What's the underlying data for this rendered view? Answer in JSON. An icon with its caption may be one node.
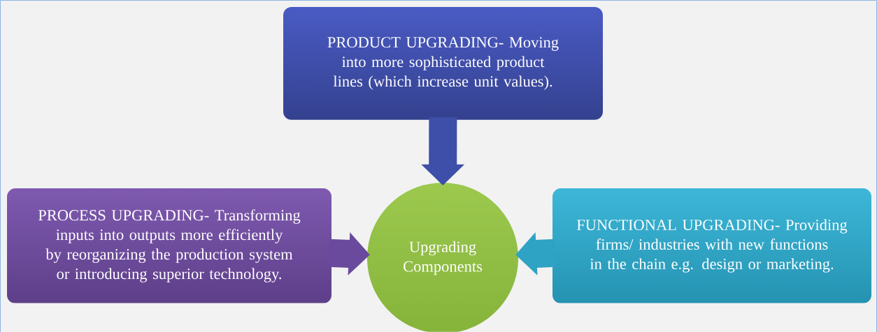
{
  "diagram": {
    "nodes": [
      {
        "text": [
          "PRODUCT UPGRADING- Moving into more sophisticated product lines (which increase unit values)."
        ]
      },
      {
        "text": [
          "PROCESS UPGRADING- Transforming inputs into outputs more efficiently by reorganizing the production system or introducing superior technology."
        ]
      },
      {
        "text": [
          "Upgrading Components"
        ]
      },
      {
        "text": [
          "FUNCTIONAL UPGRADING- Providing firms/ industries with new functions in the chain e.g. design or marketing."
        ]
      }
    ],
    "edges": [
      {
        "from": 0,
        "to": 2,
        "arrow": "to"
      },
      {
        "from": 1,
        "to": 2,
        "arrow": "to"
      },
      {
        "from": 3,
        "to": 2,
        "arrow": "to"
      }
    ]
  }
}
